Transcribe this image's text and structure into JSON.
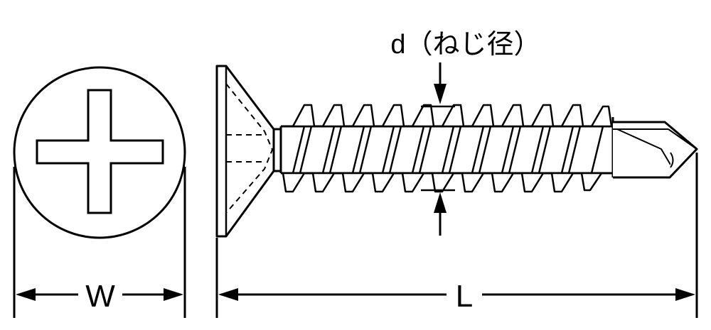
{
  "labels": {
    "diameter": "d（ねじ径）",
    "width": "W",
    "length": "L"
  },
  "colors": {
    "stroke": "#000000",
    "background": "#ffffff"
  }
}
